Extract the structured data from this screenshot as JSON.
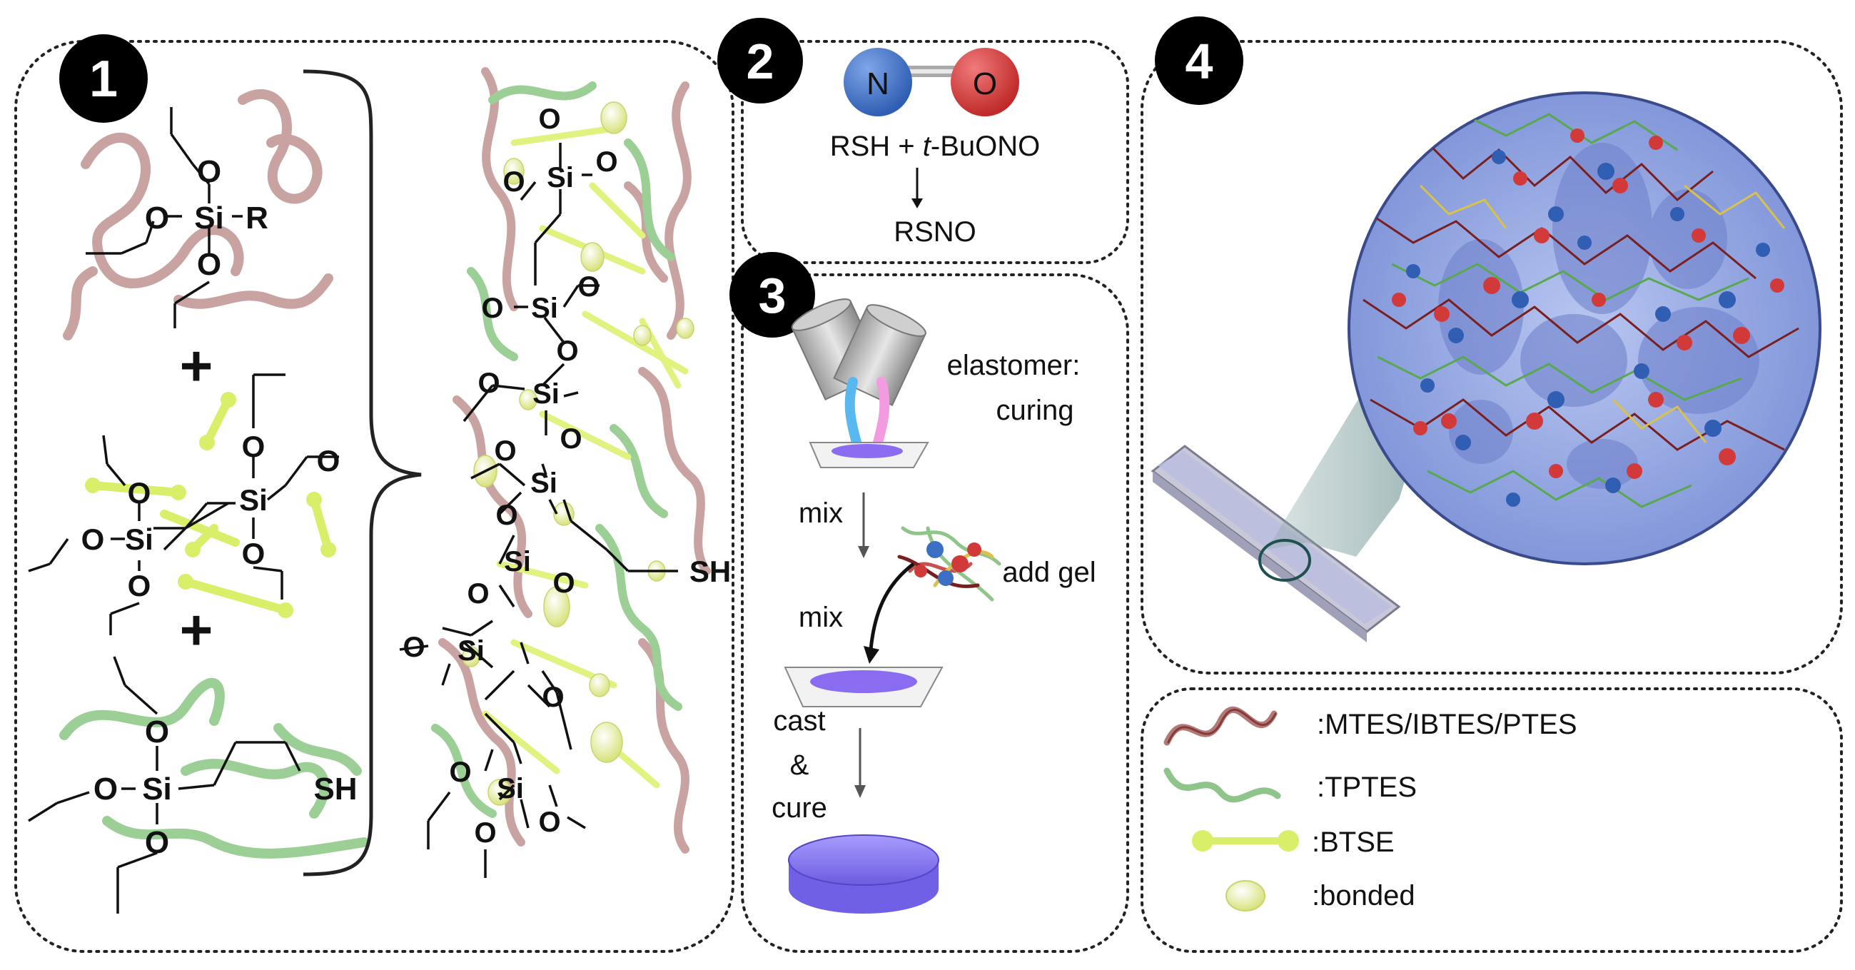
{
  "panels": {
    "p1": {
      "number": "1"
    },
    "p2": {
      "number": "2",
      "atom_n": "N",
      "atom_o": "O",
      "reaction_left": "RSH + ",
      "reaction_italic": "t",
      "reaction_right": "-BuONO",
      "product": "RSNO"
    },
    "p3": {
      "number": "3",
      "elastomer_line1": "elastomer:",
      "elastomer_line2": "curing",
      "mix1": "mix",
      "mix2": "mix",
      "add_gel": "add gel",
      "cast": "cast",
      "amp": "&",
      "cure": "cure"
    },
    "p4": {
      "number": "4"
    }
  },
  "chem": {
    "o": "O",
    "si_r": "Si",
    "r": "R",
    "si": "Si",
    "sh": "SH",
    "plus": "+"
  },
  "legend": {
    "items": [
      {
        "label": ":MTES/IBTES/PTES"
      },
      {
        "label": ":TPTES"
      },
      {
        "label": ":BTSE"
      },
      {
        "label": ":bonded"
      }
    ]
  },
  "colors": {
    "mtes": "#b07a78",
    "tptes": "#8fc48a",
    "btse": "#d9ef6a",
    "bonded": "#e7eda3",
    "n_atom": "#3b6fc4",
    "o_atom": "#d23a3a",
    "purple": "#8a7af0",
    "badge": "#000000"
  }
}
